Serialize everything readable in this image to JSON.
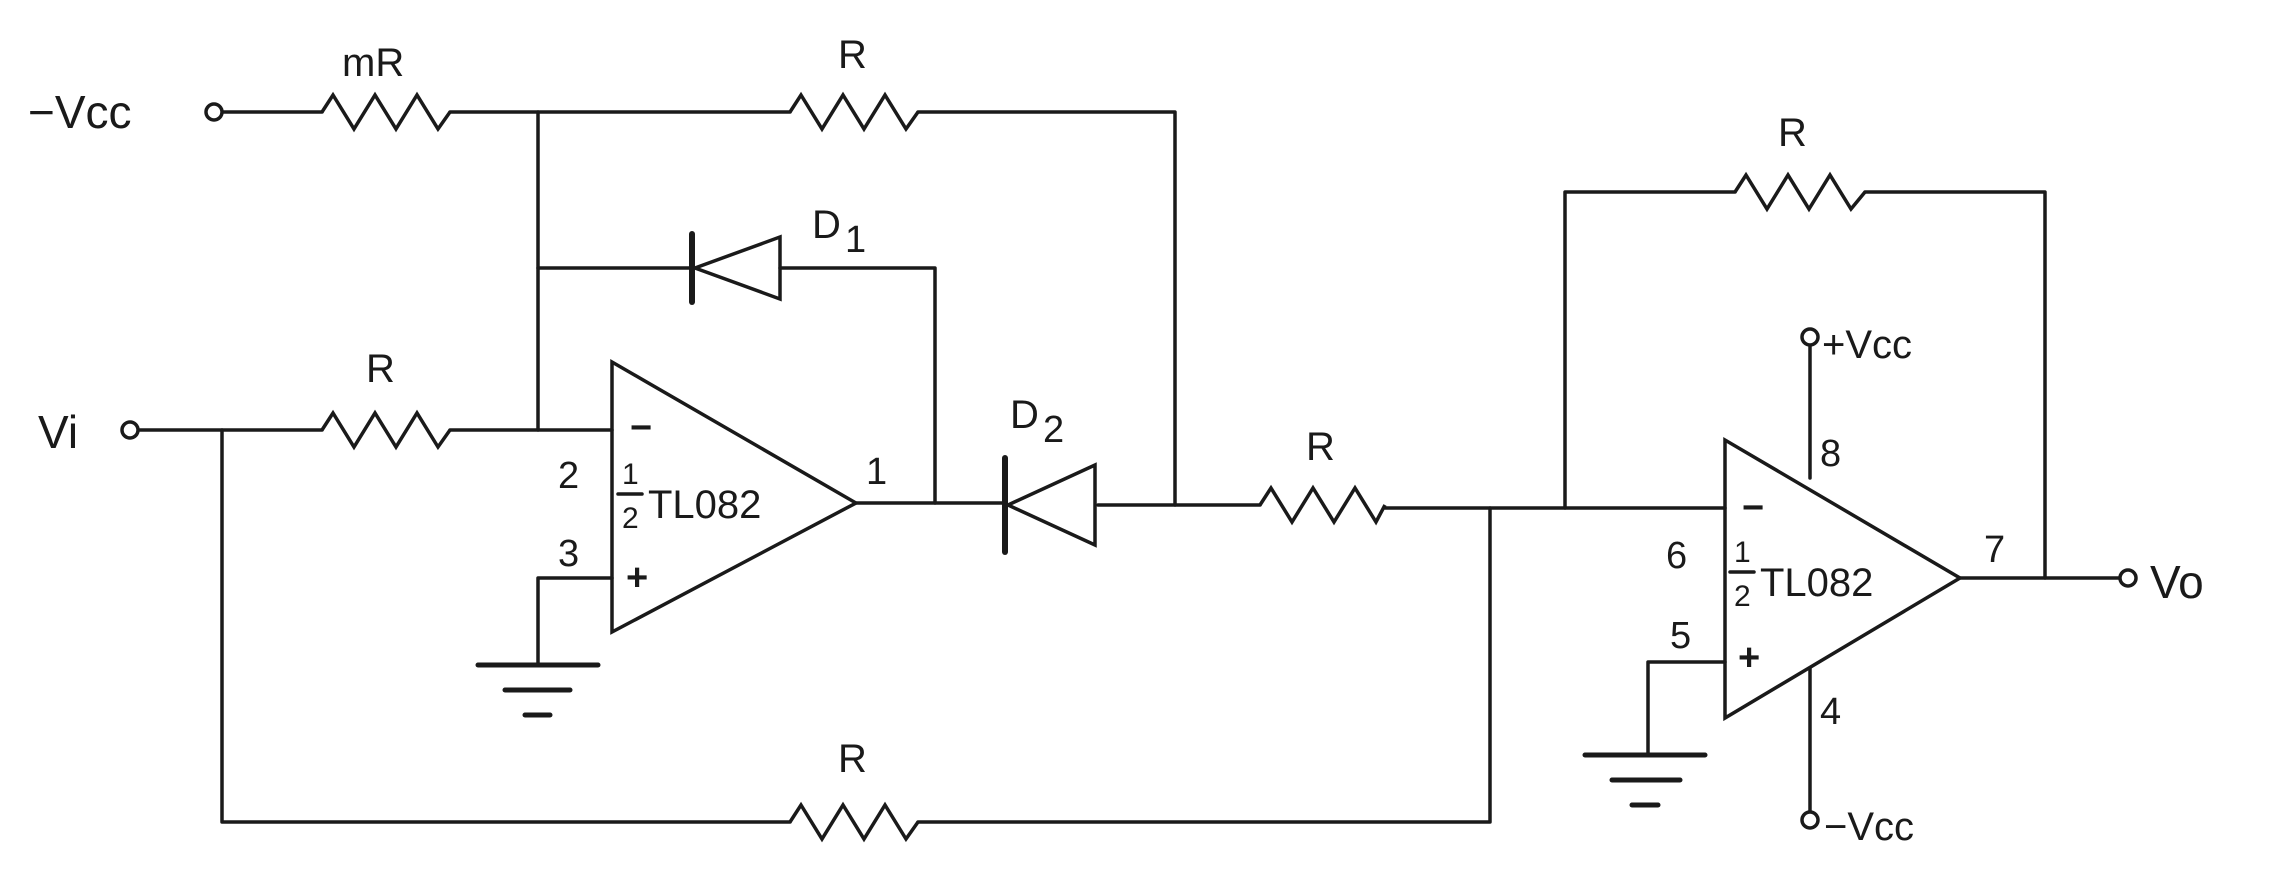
{
  "terminals": {
    "neg_vcc_in": "−Vcc",
    "vi": "Vi",
    "vo": "Vo",
    "pos_vcc_amp2": "+Vcc",
    "neg_vcc_amp2": "−Vcc"
  },
  "resistors": {
    "mr": "mR",
    "top_feedback": "R",
    "input": "R",
    "middle": "R",
    "bottom": "R",
    "amp2_feedback": "R"
  },
  "diodes": {
    "d1": "D",
    "d1_sub": "1",
    "d2": "D",
    "d2_sub": "2"
  },
  "opamp1": {
    "chip": "TL082",
    "frac_num": "1",
    "frac_den": "2",
    "inv_sign": "−",
    "noninv_sign": "+",
    "pin_inv": "2",
    "pin_noninv": "3",
    "pin_out": "1"
  },
  "opamp2": {
    "chip": "TL082",
    "frac_num": "1",
    "frac_den": "2",
    "inv_sign": "−",
    "noninv_sign": "+",
    "pin_inv": "6",
    "pin_noninv": "5",
    "pin_out": "7",
    "pin_vpos": "8",
    "pin_vneg": "4"
  },
  "ground_symbol": "−",
  "colors": {
    "ink": "#1a1a1a",
    "paper": "#ffffff"
  }
}
